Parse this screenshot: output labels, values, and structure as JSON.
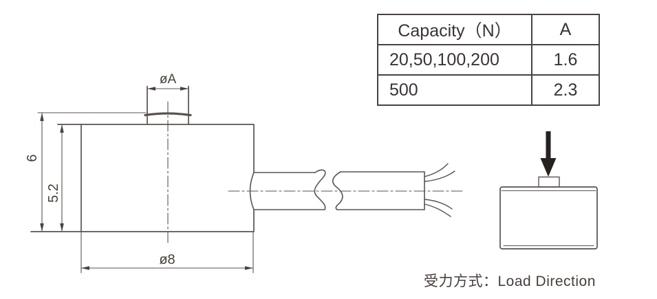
{
  "table": {
    "headers": {
      "capacity": "Capacity（N）",
      "a": "A"
    },
    "rows": [
      {
        "capacity": "20,50,100,200",
        "a": "1.6"
      },
      {
        "capacity": "500",
        "a": "2.3"
      }
    ]
  },
  "front_view": {
    "dim_boss_diameter": "øA",
    "dim_total_height": "6",
    "dim_body_height": "5.2",
    "dim_body_diameter": "ø8"
  },
  "load_direction": {
    "caption": "受力方式：Load Direction"
  },
  "colors": {
    "line": "#5a524f",
    "thin_line": "#5f5754",
    "text": "#3a3432",
    "arrow_fill": "#262220"
  }
}
